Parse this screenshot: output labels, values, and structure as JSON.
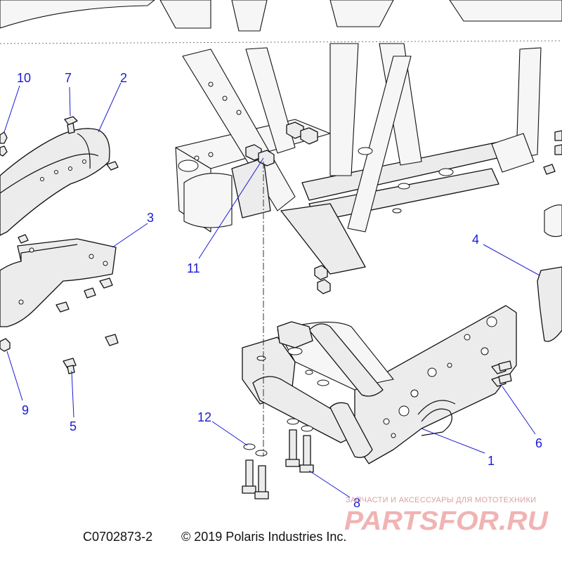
{
  "diagram": {
    "callouts": [
      "1",
      "2",
      "3",
      "4",
      "5",
      "6",
      "7",
      "8",
      "9",
      "10",
      "11",
      "12"
    ],
    "figure_code": "C0702873-2",
    "copyright": "© 2019 Polaris Industries Inc."
  },
  "watermark": {
    "tagline": "ЗАПЧАСТИ И АКСЕССУАРЫ ДЛЯ МОТОТЕХНИКИ",
    "logo_text": "PARTSFOR.RU",
    "color": "#d62424"
  },
  "colors": {
    "callout": "#1a1ad6",
    "line": "#111111",
    "fill": "#ececec"
  }
}
